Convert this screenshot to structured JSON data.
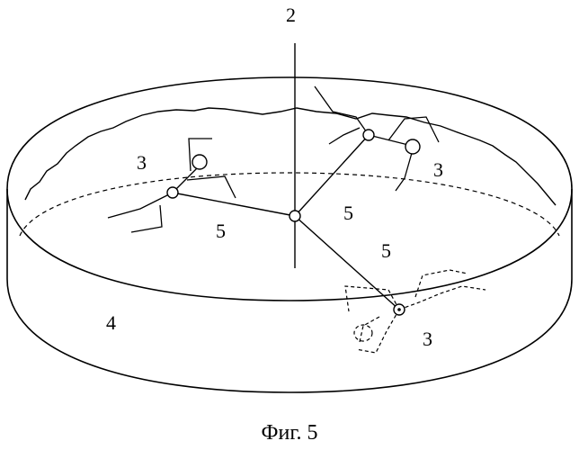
{
  "figure": {
    "caption": "Фиг. 5",
    "labels": {
      "axis": "2",
      "zone_upper_left": "3",
      "zone_upper_right": "3",
      "zone_lower_right": "3",
      "lower_body": "4",
      "zone_left_middle": "5",
      "zone_center": "5",
      "zone_right_middle": "5"
    }
  },
  "style": {
    "line_color": "#000000",
    "background": "#ffffff"
  }
}
